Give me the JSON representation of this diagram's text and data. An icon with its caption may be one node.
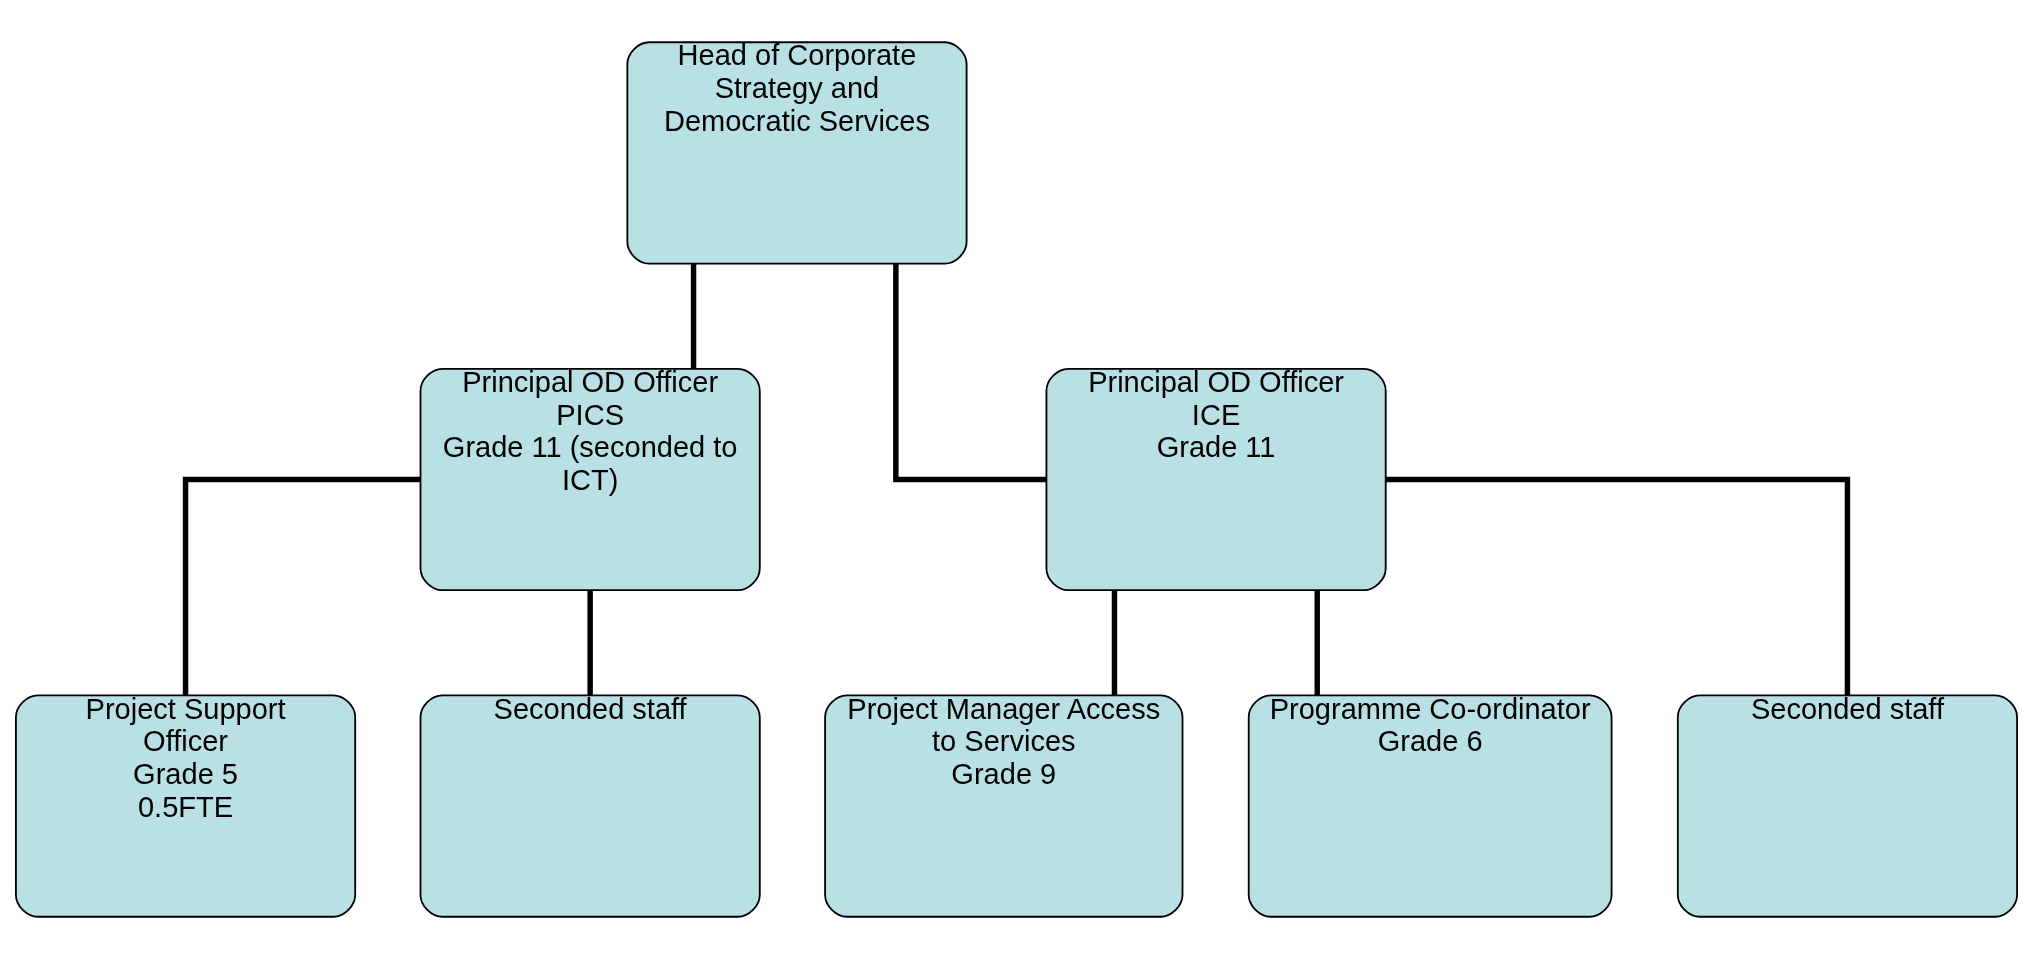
{
  "diagram": {
    "nodes": [
      {
        "text": [
          "Head of Corporate Strategy and Democratic Services"
        ]
      },
      {
        "text": [
          "Principal OD Officer",
          "PICS",
          "Grade 11 (seconded to ICT)"
        ]
      },
      {
        "text": [
          "Principal OD Officer",
          "ICE",
          "Grade 11"
        ]
      },
      {
        "text": [
          "Project Support Officer",
          "Grade 5",
          "0.5FTE"
        ]
      },
      {
        "text": [
          "Seconded staff"
        ]
      },
      {
        "text": [
          "Project Manager Access to Services",
          "Grade 9"
        ]
      },
      {
        "text": [
          "Programme Co-ordinator",
          "Grade 6"
        ]
      },
      {
        "text": [
          "Seconded staff"
        ]
      }
    ],
    "edges": [
      {
        "from": 0,
        "to": 1,
        "arrow": "none"
      },
      {
        "from": 0,
        "to": 2,
        "arrow": "none"
      },
      {
        "from": 1,
        "to": 3,
        "arrow": "none"
      },
      {
        "from": 1,
        "to": 4,
        "arrow": "none"
      },
      {
        "from": 2,
        "to": 5,
        "arrow": "none"
      },
      {
        "from": 2,
        "to": 6,
        "arrow": "none"
      },
      {
        "from": 2,
        "to": 7,
        "arrow": "none"
      }
    ]
  }
}
